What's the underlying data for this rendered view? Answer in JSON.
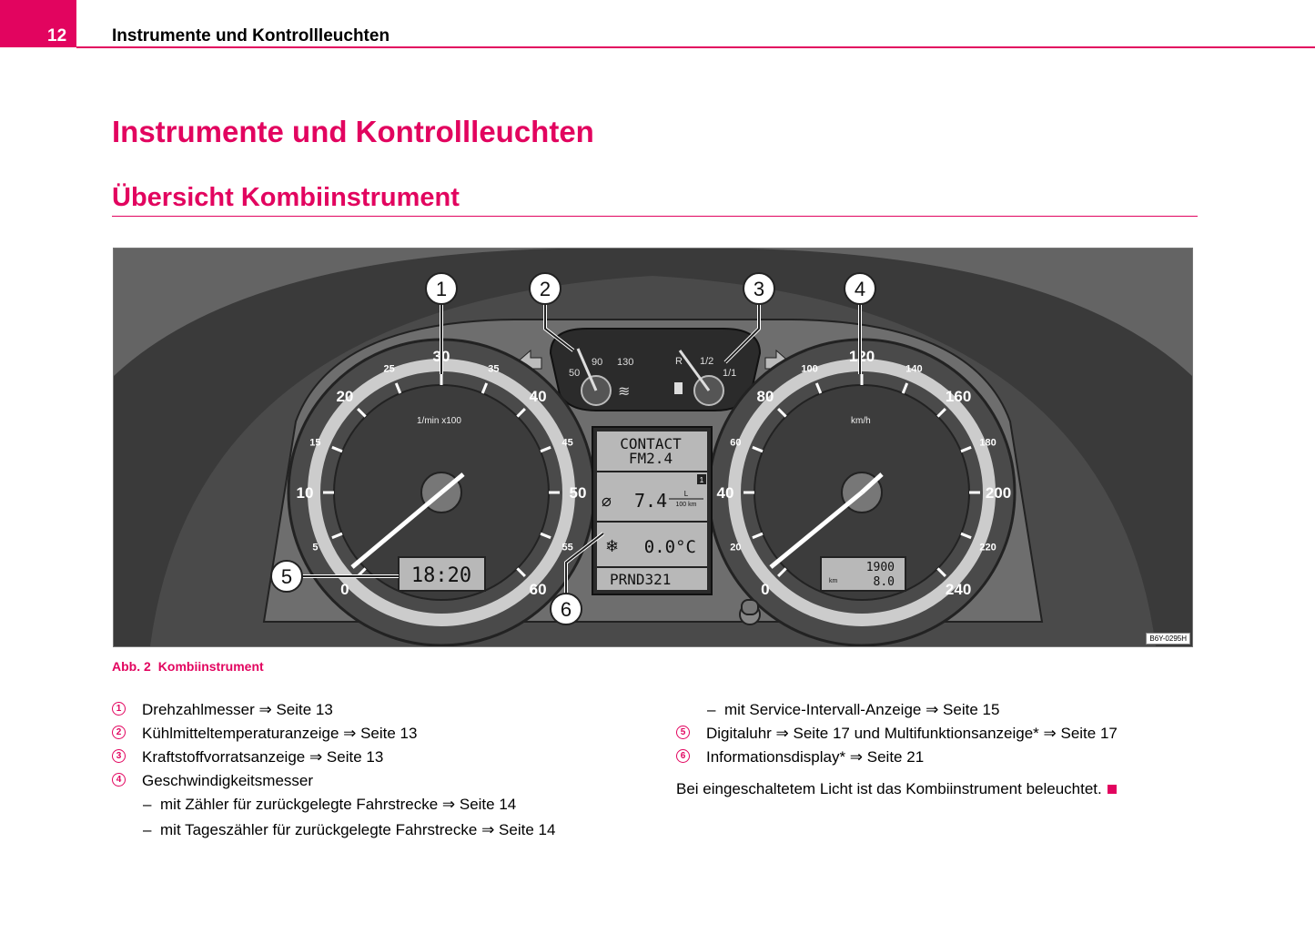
{
  "header": {
    "page_number": "12",
    "running_title": "Instrumente und Kontrollleuchten"
  },
  "title": "Instrumente und Kontrollleuchten",
  "subtitle": "Übersicht Kombiinstrument",
  "figure": {
    "code": "B6Y-0295H",
    "callouts": [
      "1",
      "2",
      "3",
      "4",
      "5",
      "6"
    ],
    "rpm_label": "1/min x100",
    "rpm_ticks": [
      "0",
      "5",
      "10",
      "15",
      "20",
      "25",
      "30",
      "35",
      "40",
      "45",
      "50",
      "55",
      "60"
    ],
    "speed_label": "km/h",
    "speed_ticks": [
      "0",
      "20",
      "40",
      "60",
      "80",
      "100",
      "120",
      "140",
      "160",
      "180",
      "200",
      "220",
      "240"
    ],
    "temp_ticks": [
      "50",
      "90",
      "130"
    ],
    "fuel_ticks": [
      "R",
      "1/2",
      "1/1"
    ],
    "clock": "18:20",
    "display_contact": "CONTACT",
    "display_fm": "FM2.4",
    "display_consumption": "7.4",
    "display_unit_top": "L",
    "display_unit_bottom": "100 km",
    "display_mode": "1",
    "display_temp": "0.0°C",
    "display_gear": "PRND321",
    "odo_total": "1900",
    "odo_trip": "8.0",
    "odo_unit": "km"
  },
  "caption": {
    "label": "Abb. 2",
    "text": "Kombiinstrument"
  },
  "left_list": [
    {
      "num": "1",
      "text": "Drehzahlmesser ⇒ Seite 13"
    },
    {
      "num": "2",
      "text": "Kühlmitteltemperaturanzeige ⇒ Seite 13"
    },
    {
      "num": "3",
      "text": "Kraftstoffvorratsanzeige ⇒ Seite 13"
    },
    {
      "num": "4",
      "text": "Geschwindigkeitsmesser"
    }
  ],
  "left_subitems": [
    "mit Zähler für zurückgelegte Fahrstrecke ⇒ Seite 14",
    "mit Tageszähler für zurückgelegte Fahrstrecke ⇒ Seite 14"
  ],
  "right_subitem": "mit Service-Intervall-Anzeige ⇒ Seite 15",
  "right_list": [
    {
      "num": "5",
      "text": "Digitaluhr ⇒ Seite 17 und Multifunktionsanzeige* ⇒ Seite 17"
    },
    {
      "num": "6",
      "text": "Informationsdisplay* ⇒ Seite 21"
    }
  ],
  "note": "Bei eingeschaltetem Licht ist das Kombiinstrument beleuchtet.",
  "accent_color": "#e2045f"
}
